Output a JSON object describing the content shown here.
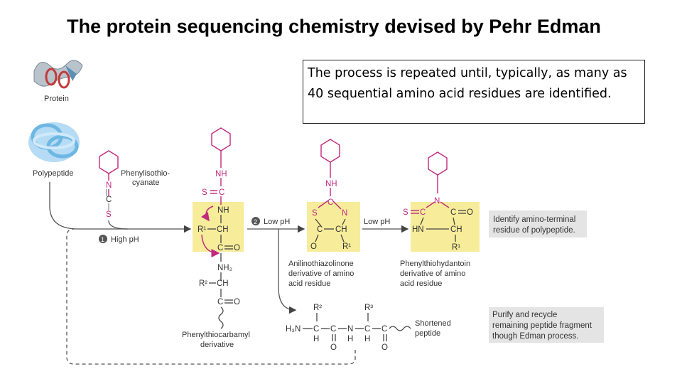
{
  "title": "The protein sequencing chemistry devised by Pehr Edman",
  "callout": "The process is repeated until, typically, as many as 40 sequential amino acid residues are identified.",
  "labels": {
    "protein": "Protein",
    "polypeptide": "Polypeptide",
    "pitc": "Phenylisothio-",
    "pitc2": "cyanate",
    "step1": "High pH",
    "step2": "Low pH",
    "low_ph": "Low pH",
    "ptc1": "Phenylthiocarbamyl",
    "ptc2": "derivative",
    "atz1": "Anilinothiazolinone",
    "atz2": "derivative of amino",
    "atz3": "acid residue",
    "pth1": "Phenylthiohydantoin",
    "pth2": "derivative of amino",
    "pth3": "acid residue",
    "short1": "Shortened",
    "short2": "peptide"
  },
  "boxes": {
    "identify1": "Identify amino-terminal",
    "identify2": "residue of polypeptide.",
    "purify1": "Purify and recycle",
    "purify2": "remaining peptide fragment",
    "purify3": "though Edman process."
  },
  "colors": {
    "highlight": "#f7ec9a",
    "pink": "#c0297e",
    "gray_box": "#e4e4e4",
    "protein_blue": "#9fd0ee"
  }
}
